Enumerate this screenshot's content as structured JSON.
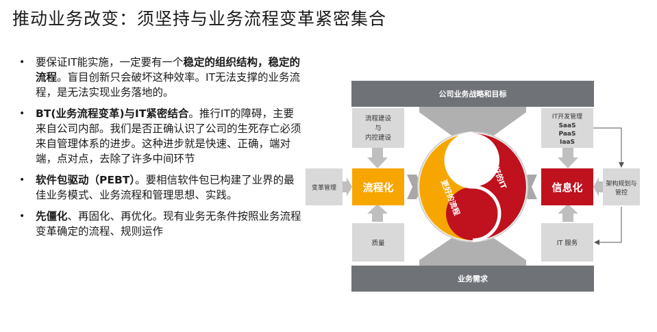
{
  "title": "推动业务改变：须坚持与业务流程变革紧密集合",
  "bullets": [
    {
      "pre": "要保证IT能实施，一定要有一个",
      "bold": "稳定的组织结构，稳定的流程",
      "post": "。盲目创新只会破坏这种效率。IT无法支撑的业务流程，是无法实现业务落地的。"
    },
    {
      "pre": "",
      "bold": "BT(业务流程变革)与IT紧密结合",
      "post": "。推行IT的障碍，主要来自公司内部。我们是否正确认识了公司的生死存亡必须来自管理体系的进步。这种进步就是快速、正确，端对端，点对点，去除了许多中间环节"
    },
    {
      "pre": "",
      "bold": "软件包驱动（PEBT）",
      "post": "。要相信软件包已构建了业界的最佳业务模式、业务流程和管理思想、实践。"
    },
    {
      "pre": "",
      "bold": "先僵化",
      "post": "、再固化、再优化。现有业务无条件按照业务流程变革确定的流程、规则运作"
    }
  ],
  "bullet_mark": "•",
  "diagram": {
    "top_bar": "公司业务战略和目标",
    "bottom_bar": "业务需求",
    "left_main": "流程化",
    "right_main": "信息化",
    "left_outer": "变革管理",
    "right_outer": [
      "架构规划与",
      "管控"
    ],
    "top_left_box": [
      "流程建设",
      "与",
      "内控建设"
    ],
    "top_right_box": [
      "IT开发管理",
      "SaaS",
      "PaaS",
      "IaaS"
    ],
    "bottom_left_box": "质量",
    "bottom_right_box": "IT 服务",
    "yin_label": "更好的流程",
    "yang_label": "更好的IT",
    "colors": {
      "gray_dark": "#6f7378",
      "gray_light": "#d9d9d9",
      "orange": "#f7a600",
      "red": "#c0111f"
    }
  }
}
